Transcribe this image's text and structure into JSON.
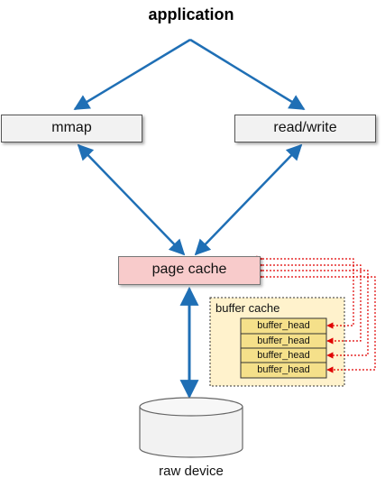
{
  "title": "application",
  "nodes": {
    "mmap": "mmap",
    "read_write": "read/write",
    "page_cache": "page cache",
    "buffer_cache": "buffer cache",
    "buffer_heads": [
      "buffer_head",
      "buffer_head",
      "buffer_head",
      "buffer_head"
    ],
    "raw_device": "raw device"
  },
  "colors": {
    "arrow_blue": "#1f6fb5",
    "dotted_red": "#e00000",
    "box_gray_fill": "#f2f2f2",
    "page_cache_fill": "#f8cbcb",
    "buffer_cache_fill": "#fff2cc",
    "buffer_head_fill": "#f5e08a"
  }
}
